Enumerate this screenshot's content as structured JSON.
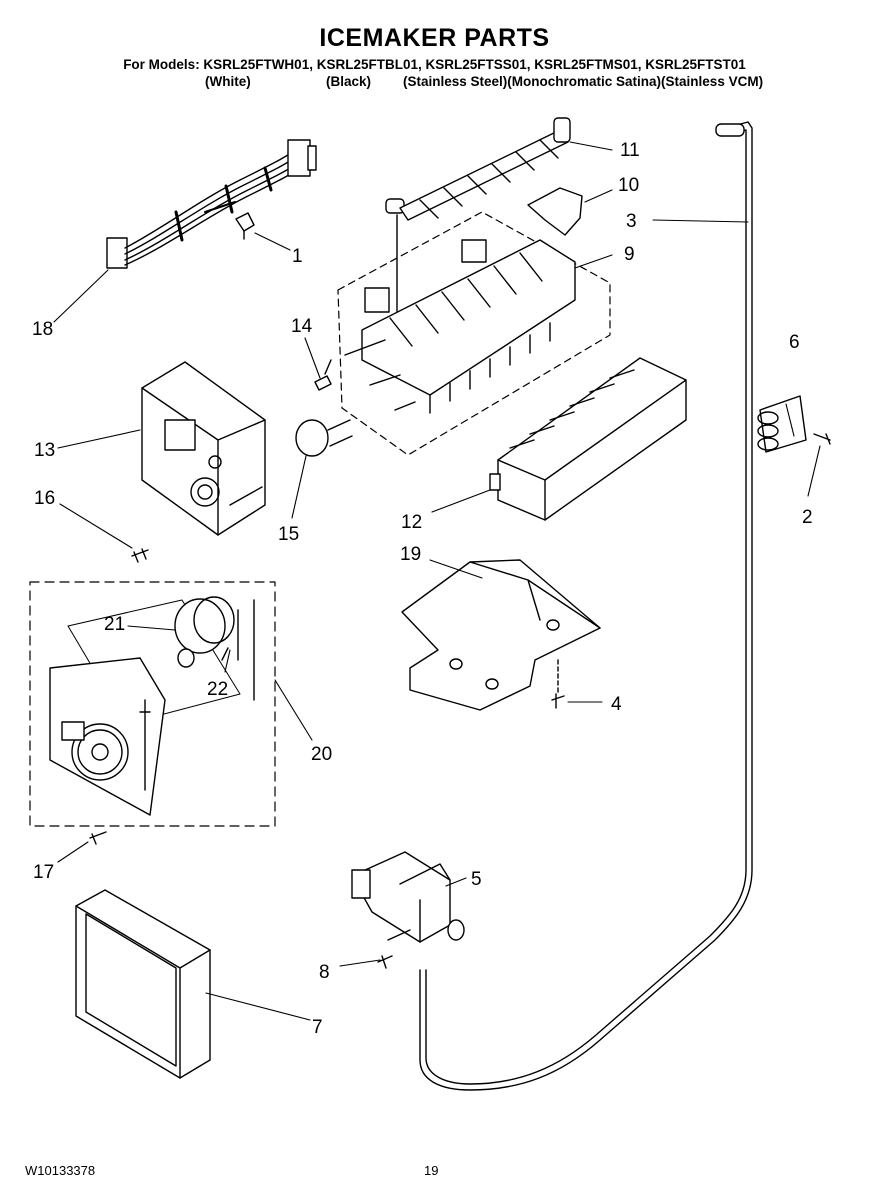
{
  "header": {
    "title": "ICEMAKER PARTS",
    "models_line": "For Models: KSRL25FTWH01, KSRL25FTBL01, KSRL25FTSS01, KSRL25FTMS01, KSRL25FTST01",
    "variants": [
      "(White)",
      "(Black)",
      "(Stainless Steel)(Monochromatic Satina)(Stainless VCM)"
    ]
  },
  "callouts": [
    "1",
    "2",
    "3",
    "4",
    "5",
    "6",
    "7",
    "8",
    "9",
    "10",
    "11",
    "12",
    "13",
    "14",
    "15",
    "16",
    "17",
    "18",
    "19",
    "20",
    "21",
    "22"
  ],
  "footer": {
    "doc_number": "W10133378",
    "page_number": "19"
  }
}
